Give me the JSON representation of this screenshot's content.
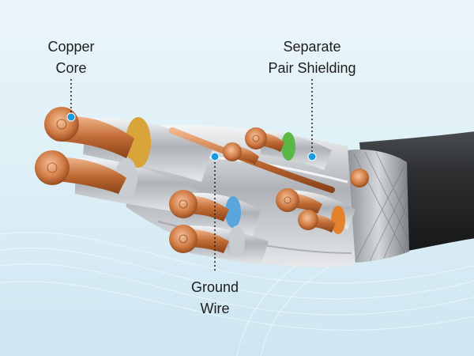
{
  "labels": {
    "copper_core": {
      "line1": "Copper",
      "line2": "Core"
    },
    "pair_shielding": {
      "line1": "Separate",
      "line2": "Pair Shielding"
    },
    "ground_wire": {
      "line1": "Ground",
      "line2": "Wire"
    }
  },
  "colors": {
    "background": "#e2f1f8",
    "copper": "#c8743e",
    "foil_silver": "#c9ccd0",
    "band_yellow": "#d9a53a",
    "band_green": "#5bb847",
    "band_blue": "#58a6dc",
    "band_orange": "#e3812d",
    "jacket": "#2a2c2e",
    "marker": "#1a9be0"
  },
  "icons": {
    "marker": "callout-dot-icon"
  }
}
